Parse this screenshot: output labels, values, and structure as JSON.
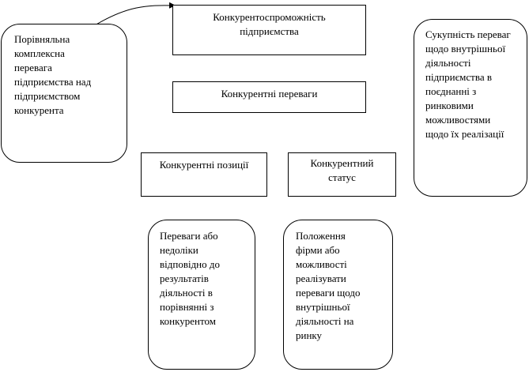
{
  "boxes": {
    "competitiveness": "Конкурентоспроможність підприємства",
    "advantages": "Конкурентні переваги",
    "positions": "Конкурентні позиції",
    "status": "Конкурентний статус"
  },
  "notes": {
    "comparative": "Порівняльна комплексна перевага підприємства над підприємством конкурента",
    "aggregate": "Сукупність переваг щодо внутрішньої діяльності підприємства в поєднанні з ринковими можливостями щодо їх реалізації",
    "results": "Переваги або недоліки відповідно до результатів діяльності в порівнянні з конкурентом",
    "market": "Положення фірми або можливості реалізувати переваги щодо внутрішньої діяльності на ринку"
  },
  "colors": {
    "stroke": "#000000",
    "background": "#ffffff"
  }
}
